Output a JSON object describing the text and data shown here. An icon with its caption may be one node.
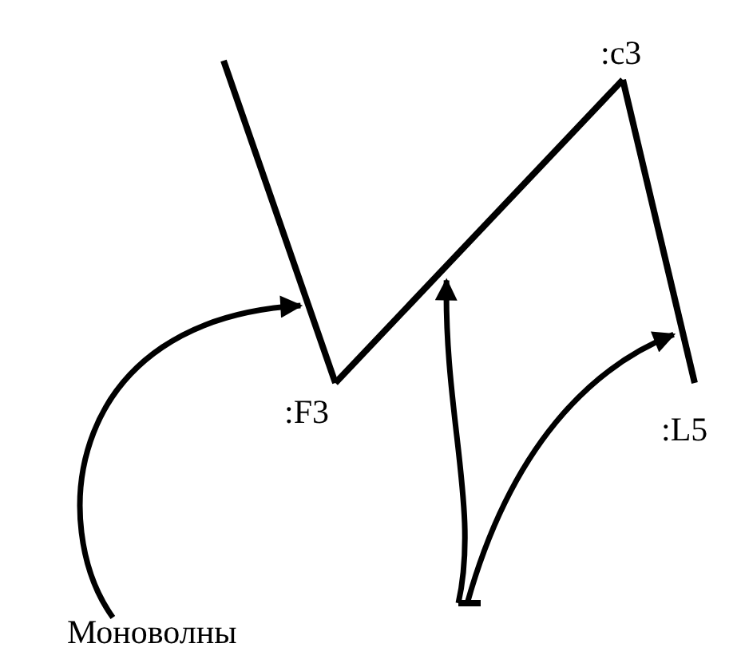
{
  "diagram": {
    "nodes": [
      {
        "text": [
          "Моноволны"
        ]
      },
      {
        "text": [],
        "shape": "bar"
      },
      {
        "text": [],
        "shape": "bar"
      },
      {
        "text": [],
        "shape": "bar"
      },
      {
        "text": [],
        "shape": "bar"
      }
    ],
    "edges": [
      {
        "from": 0,
        "to": 2,
        "arrow": "to"
      },
      {
        "from": 1,
        "to": 3,
        "arrow": "to"
      },
      {
        "from": 1,
        "to": 4,
        "arrow": "to"
      }
    ],
    "labels": [
      ":c3",
      ":F3",
      ":L5"
    ]
  }
}
